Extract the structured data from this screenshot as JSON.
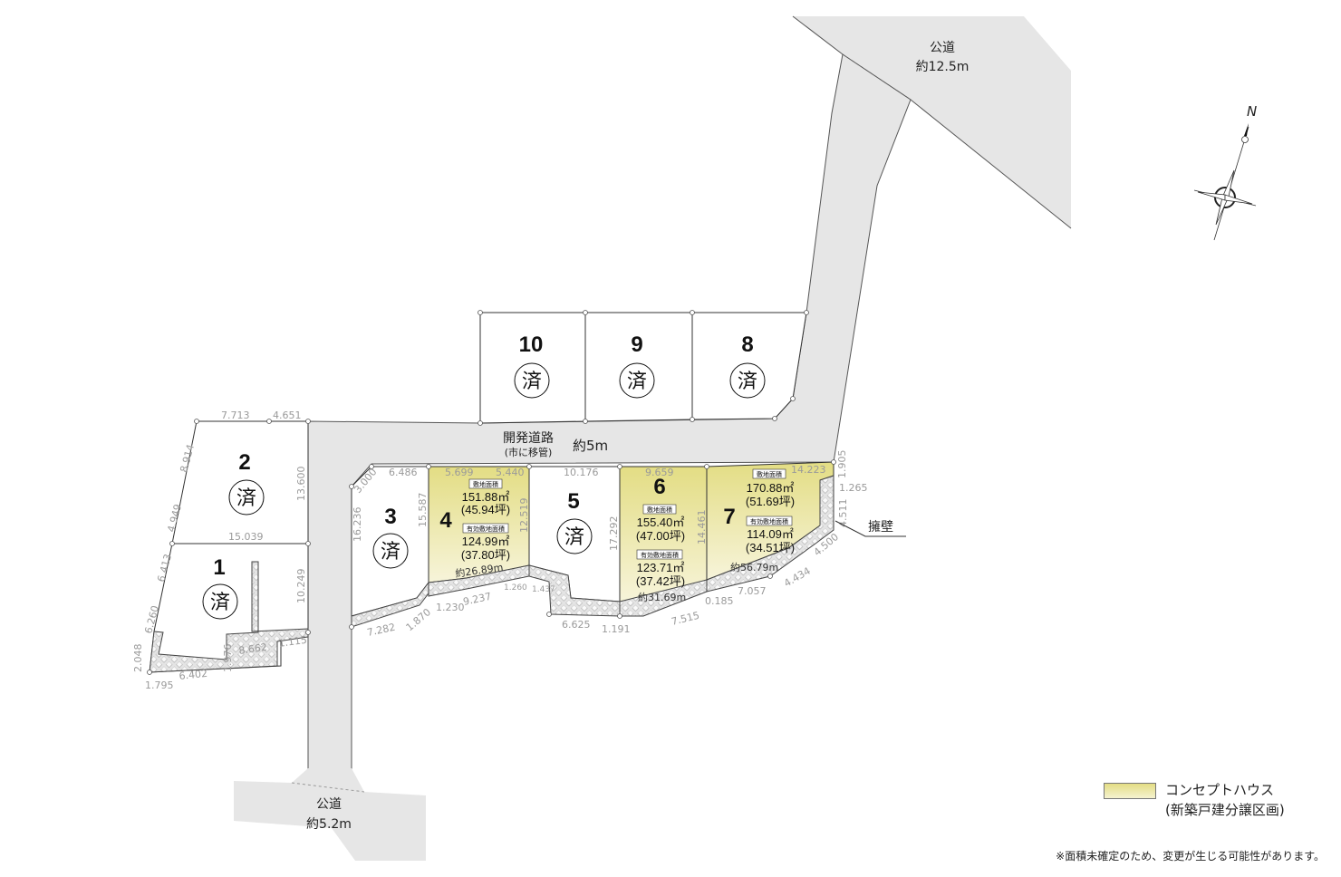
{
  "colors": {
    "concept_house": "#e3dd84",
    "road": "#e6e6e6",
    "dimension_text": "#9a9a9a"
  },
  "roads": {
    "public_north": {
      "name": "公道",
      "width": "約12.5m"
    },
    "public_south": {
      "name": "公道",
      "width": "約5.2m"
    },
    "development": {
      "name": "開発道路",
      "note": "(市に移管)",
      "width": "約5m"
    }
  },
  "retaining_wall_label": "擁壁",
  "compass": {
    "label": "N",
    "icon": "north-arrow-compass-icon"
  },
  "sold_mark": "済",
  "lots": [
    {
      "number": "1",
      "status": "済"
    },
    {
      "number": "2",
      "status": "済"
    },
    {
      "number": "3",
      "status": "済"
    },
    {
      "number": "4",
      "concept_house": true,
      "site_area_label": "敷地面積",
      "site_area": "151.88㎡",
      "site_area_tsubo": "(45.94坪)",
      "effective_area_label": "有効敷地面積",
      "effective_area": "124.99㎡",
      "effective_area_tsubo": "(37.80坪)"
    },
    {
      "number": "5",
      "status": "済"
    },
    {
      "number": "6",
      "concept_house": true,
      "site_area_label": "敷地面積",
      "site_area": "155.40㎡",
      "site_area_tsubo": "(47.00坪)",
      "effective_area_label": "有効敷地面積",
      "effective_area": "123.71㎡",
      "effective_area_tsubo": "(37.42坪)"
    },
    {
      "number": "7",
      "concept_house": true,
      "site_area_label": "敷地面積",
      "site_area": "170.88㎡",
      "site_area_tsubo": "(51.69坪)",
      "effective_area_label": "有効敷地面積",
      "effective_area": "114.09㎡",
      "effective_area_tsubo": "(34.51坪)"
    },
    {
      "number": "8",
      "status": "済"
    },
    {
      "number": "9",
      "status": "済"
    },
    {
      "number": "10",
      "status": "済"
    }
  ],
  "dimensions": [
    "7.713",
    "4.651",
    "8.914",
    "4.949",
    "13.600",
    "15.039",
    "6.413",
    "6.260",
    "10.249",
    "2.048",
    "1.795",
    "6.402",
    "1.976",
    "8.662",
    "1.115",
    "3.000",
    "6.486",
    "16.236",
    "15.587",
    "7.282",
    "1.870",
    "1.230",
    "5.699",
    "5.440",
    "12.519",
    "9.237",
    "1.260",
    "1.437",
    "約26.89m",
    "10.176",
    "17.292",
    "6.625",
    "1.191",
    "9.659",
    "14.461",
    "約31.69m",
    "7.515",
    "14.223",
    "0.185",
    "7.057",
    "4.434",
    "4.500",
    "約56.79m",
    "1.905",
    "1.265",
    "4.511"
  ],
  "legend": {
    "label": "コンセプトハウス",
    "sublabel": "(新築戸建分譲区画)"
  },
  "note": "※面積未確定のため、変更が生じる可能性があります。"
}
